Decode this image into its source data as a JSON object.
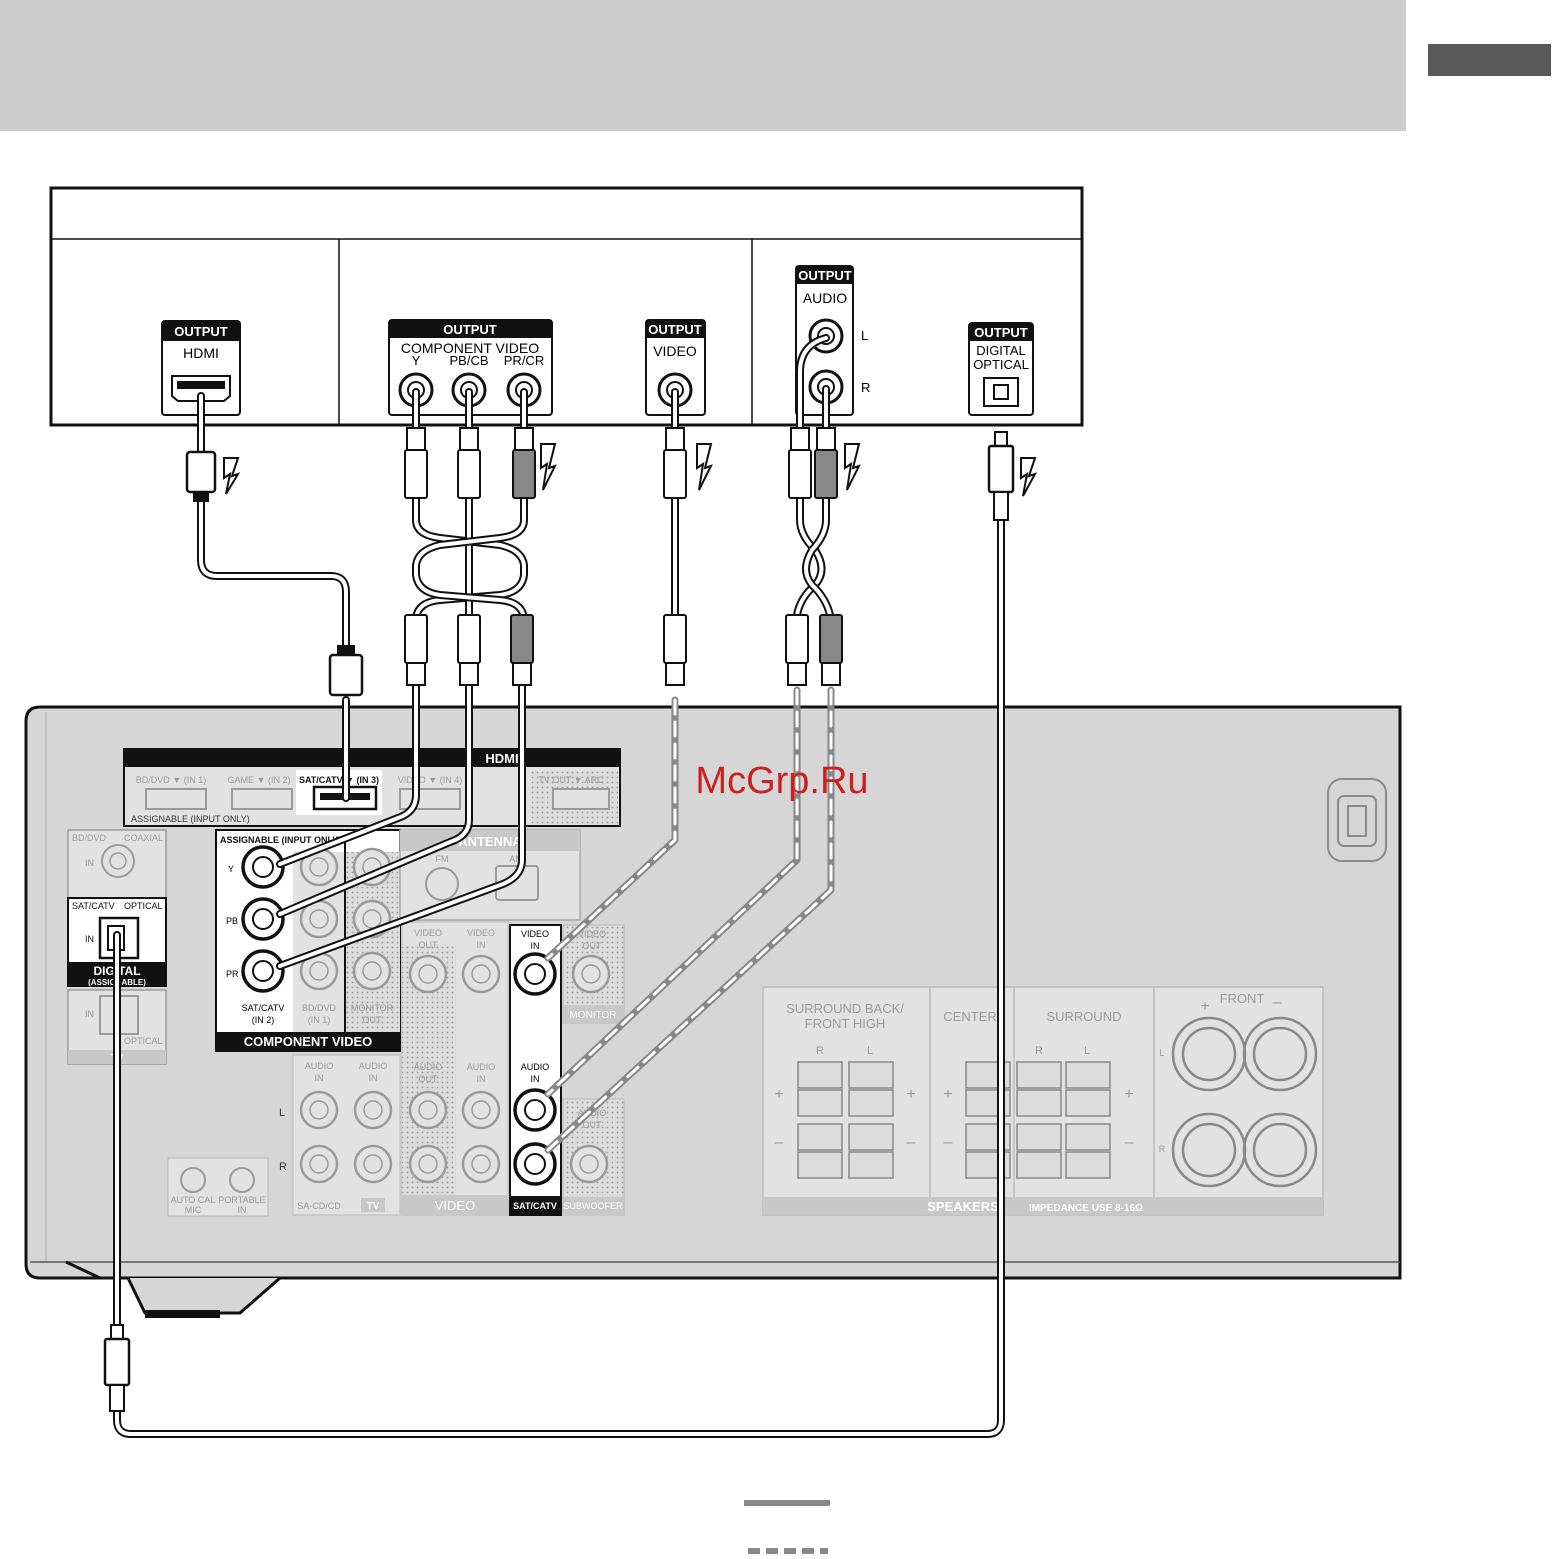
{
  "source_device": {
    "hdmi_group": {
      "tag": "OUTPUT",
      "name": "HDMI"
    },
    "component_group": {
      "tag": "OUTPUT",
      "title": "COMPONENT VIDEO",
      "jacks": [
        "Y",
        "PB/CB",
        "PR/CR"
      ]
    },
    "video_group": {
      "tag": "OUTPUT",
      "name": "VIDEO"
    },
    "audio_group": {
      "tag": "OUTPUT",
      "name": "AUDIO",
      "left": "L",
      "right": "R"
    },
    "optical_group": {
      "tag": "OUTPUT",
      "name_line1": "DIGITAL",
      "name_line2": "OPTICAL"
    }
  },
  "receiver": {
    "hdmi_panel": {
      "title": "HDMI",
      "inputs": [
        "BD/DVD ▼ (IN 1)",
        "GAME ▼ (IN 2)",
        "SAT/CATV ▼ (IN 3)",
        "VIDEO ▼ (IN 4)",
        "TV OUT ▼ ARC"
      ],
      "footer": "ASSIGNABLE (INPUT ONLY)"
    },
    "digital_panel": {
      "bd_dvd": "BD/DVD",
      "coaxial": "COAXIAL",
      "in": "IN",
      "sat_catv": "SAT/CATV",
      "optical": "OPTICAL",
      "digital": "DIGITAL",
      "assignable": "(ASSIGNABLE)",
      "tv_optical": "OPTICAL",
      "tv": "TV"
    },
    "component_panel": {
      "header": "ASSIGNABLE (INPUT ONLY)",
      "y": "Y",
      "pb": "PB",
      "pr": "PR",
      "sat_catv": "SAT/CATV",
      "in2": "(IN 2)",
      "bd_dvd": "BD/DVD",
      "in1": "(IN 1)",
      "monitor": "MONITOR",
      "out": "OUT",
      "footer": "COMPONENT VIDEO"
    },
    "antenna": {
      "title": "ANTENNA",
      "fm": "FM",
      "am": "AM"
    },
    "video_section": {
      "video_out": [
        "VIDEO",
        "OUT"
      ],
      "video_in": [
        "VIDEO",
        "IN"
      ],
      "audio_out": [
        "AUDIO",
        "OUT"
      ],
      "audio_in": [
        "AUDIO",
        "IN"
      ],
      "label": "VIDEO"
    },
    "sat_catv_panel": {
      "video_in": [
        "VIDEO",
        "IN"
      ],
      "audio_in": [
        "AUDIO",
        "IN"
      ],
      "footer": "SAT/CATV"
    },
    "monitor_panel": {
      "video_out": [
        "VIDEO",
        "OUT"
      ],
      "label": "MONITOR"
    },
    "subwoofer_panel": {
      "audio_out": [
        "AUDIO",
        "OUT"
      ],
      "label": "SUBWOOFER"
    },
    "analog_audio": {
      "audio_in": [
        "AUDIO",
        "IN"
      ],
      "l": "L",
      "r": "R",
      "sacd": "SA-CD/CD",
      "tv": "TV"
    },
    "front_mini": {
      "autocal": [
        "AUTO CAL",
        "MIC"
      ],
      "portable": [
        "PORTABLE",
        "IN"
      ]
    },
    "speakers": {
      "surround_back": [
        "SURROUND BACK/",
        "FRONT HIGH"
      ],
      "center": "CENTER",
      "surround": "SURROUND",
      "front": "FRONT",
      "r": "R",
      "l": "L",
      "plus": "+",
      "minus": "–",
      "footer": "SPEAKERS",
      "impedance": "IMPEDANCE USE 8-16Ω"
    }
  },
  "watermark": "McGrp.Ru",
  "colors": {
    "watermark": "#cc2020",
    "band": "#cccccc",
    "tab": "#595959",
    "panel": "#d9d9d9"
  }
}
